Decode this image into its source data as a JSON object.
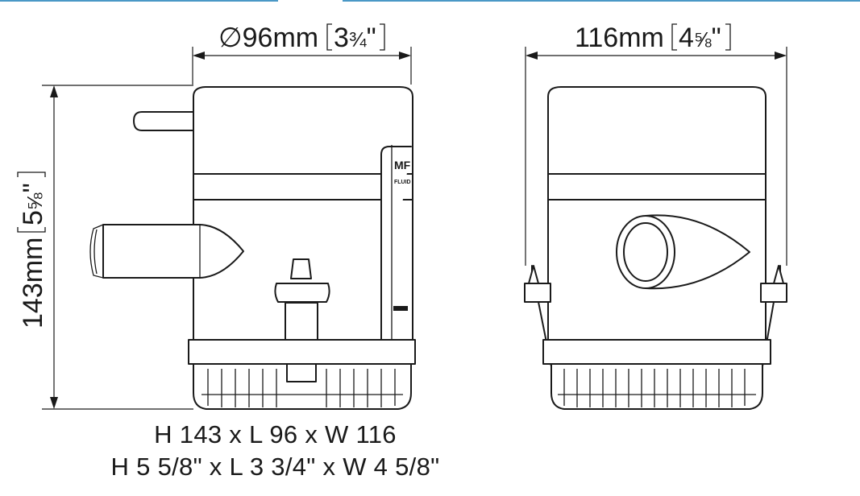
{
  "header_lines": {
    "color": "#4a98c6"
  },
  "dimensions": {
    "diameter_symbol": "∅",
    "diameter_mm": "96mm",
    "diameter_in_whole": "3",
    "diameter_in_frac": "¾",
    "width_mm": "116mm",
    "width_in_whole": "4",
    "width_in_frac": "⅝",
    "height_mm": "143mm",
    "height_in_whole": "5",
    "height_in_frac": "⅝",
    "inch_mark": "\""
  },
  "captions": {
    "metric": "H 143 x L 96 x W 116",
    "imperial": "H 5 5/8\" x L 3 3/4\" x W 4 5/8\""
  }
}
